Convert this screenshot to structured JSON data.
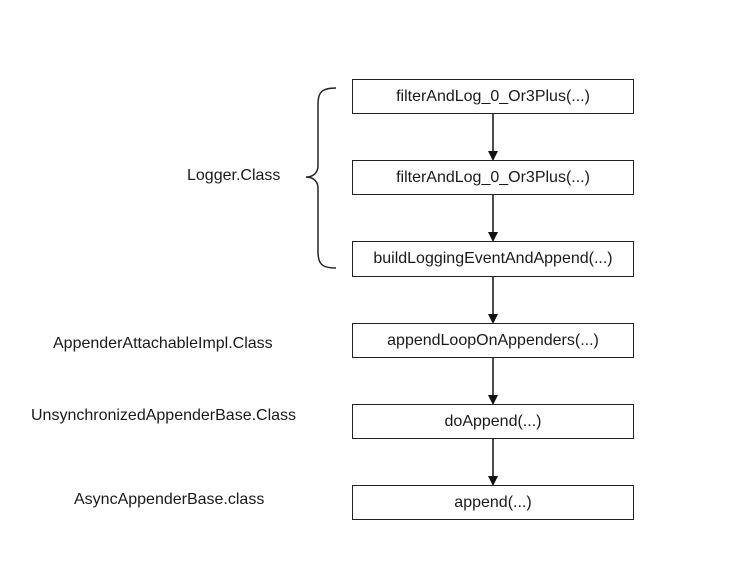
{
  "diagram": {
    "nodes": [
      {
        "id": "n1",
        "text": "filterAndLog_0_Or3Plus(...)"
      },
      {
        "id": "n2",
        "text": "filterAndLog_0_Or3Plus(...)"
      },
      {
        "id": "n3",
        "text": "buildLoggingEventAndAppend(...)"
      },
      {
        "id": "n4",
        "text": "appendLoopOnAppenders(...)"
      },
      {
        "id": "n5",
        "text": "doAppend(...)"
      },
      {
        "id": "n6",
        "text": "append(...)"
      }
    ],
    "edges": [
      {
        "from": "n1",
        "to": "n2"
      },
      {
        "from": "n2",
        "to": "n3"
      },
      {
        "from": "n3",
        "to": "n4"
      },
      {
        "from": "n4",
        "to": "n5"
      },
      {
        "from": "n5",
        "to": "n6"
      }
    ],
    "class_labels": [
      {
        "text": "Logger.Class",
        "nodes": [
          "n1",
          "n2",
          "n3"
        ]
      },
      {
        "text": "AppenderAttachableImpl.Class",
        "nodes": [
          "n4"
        ]
      },
      {
        "text": "UnsynchronizedAppenderBase.Class",
        "nodes": [
          "n5"
        ]
      },
      {
        "text": "AsyncAppenderBase.class",
        "nodes": [
          "n6"
        ]
      }
    ]
  },
  "colors": {
    "stroke": "#222222",
    "text": "#1a1a1a",
    "background": "#ffffff"
  }
}
